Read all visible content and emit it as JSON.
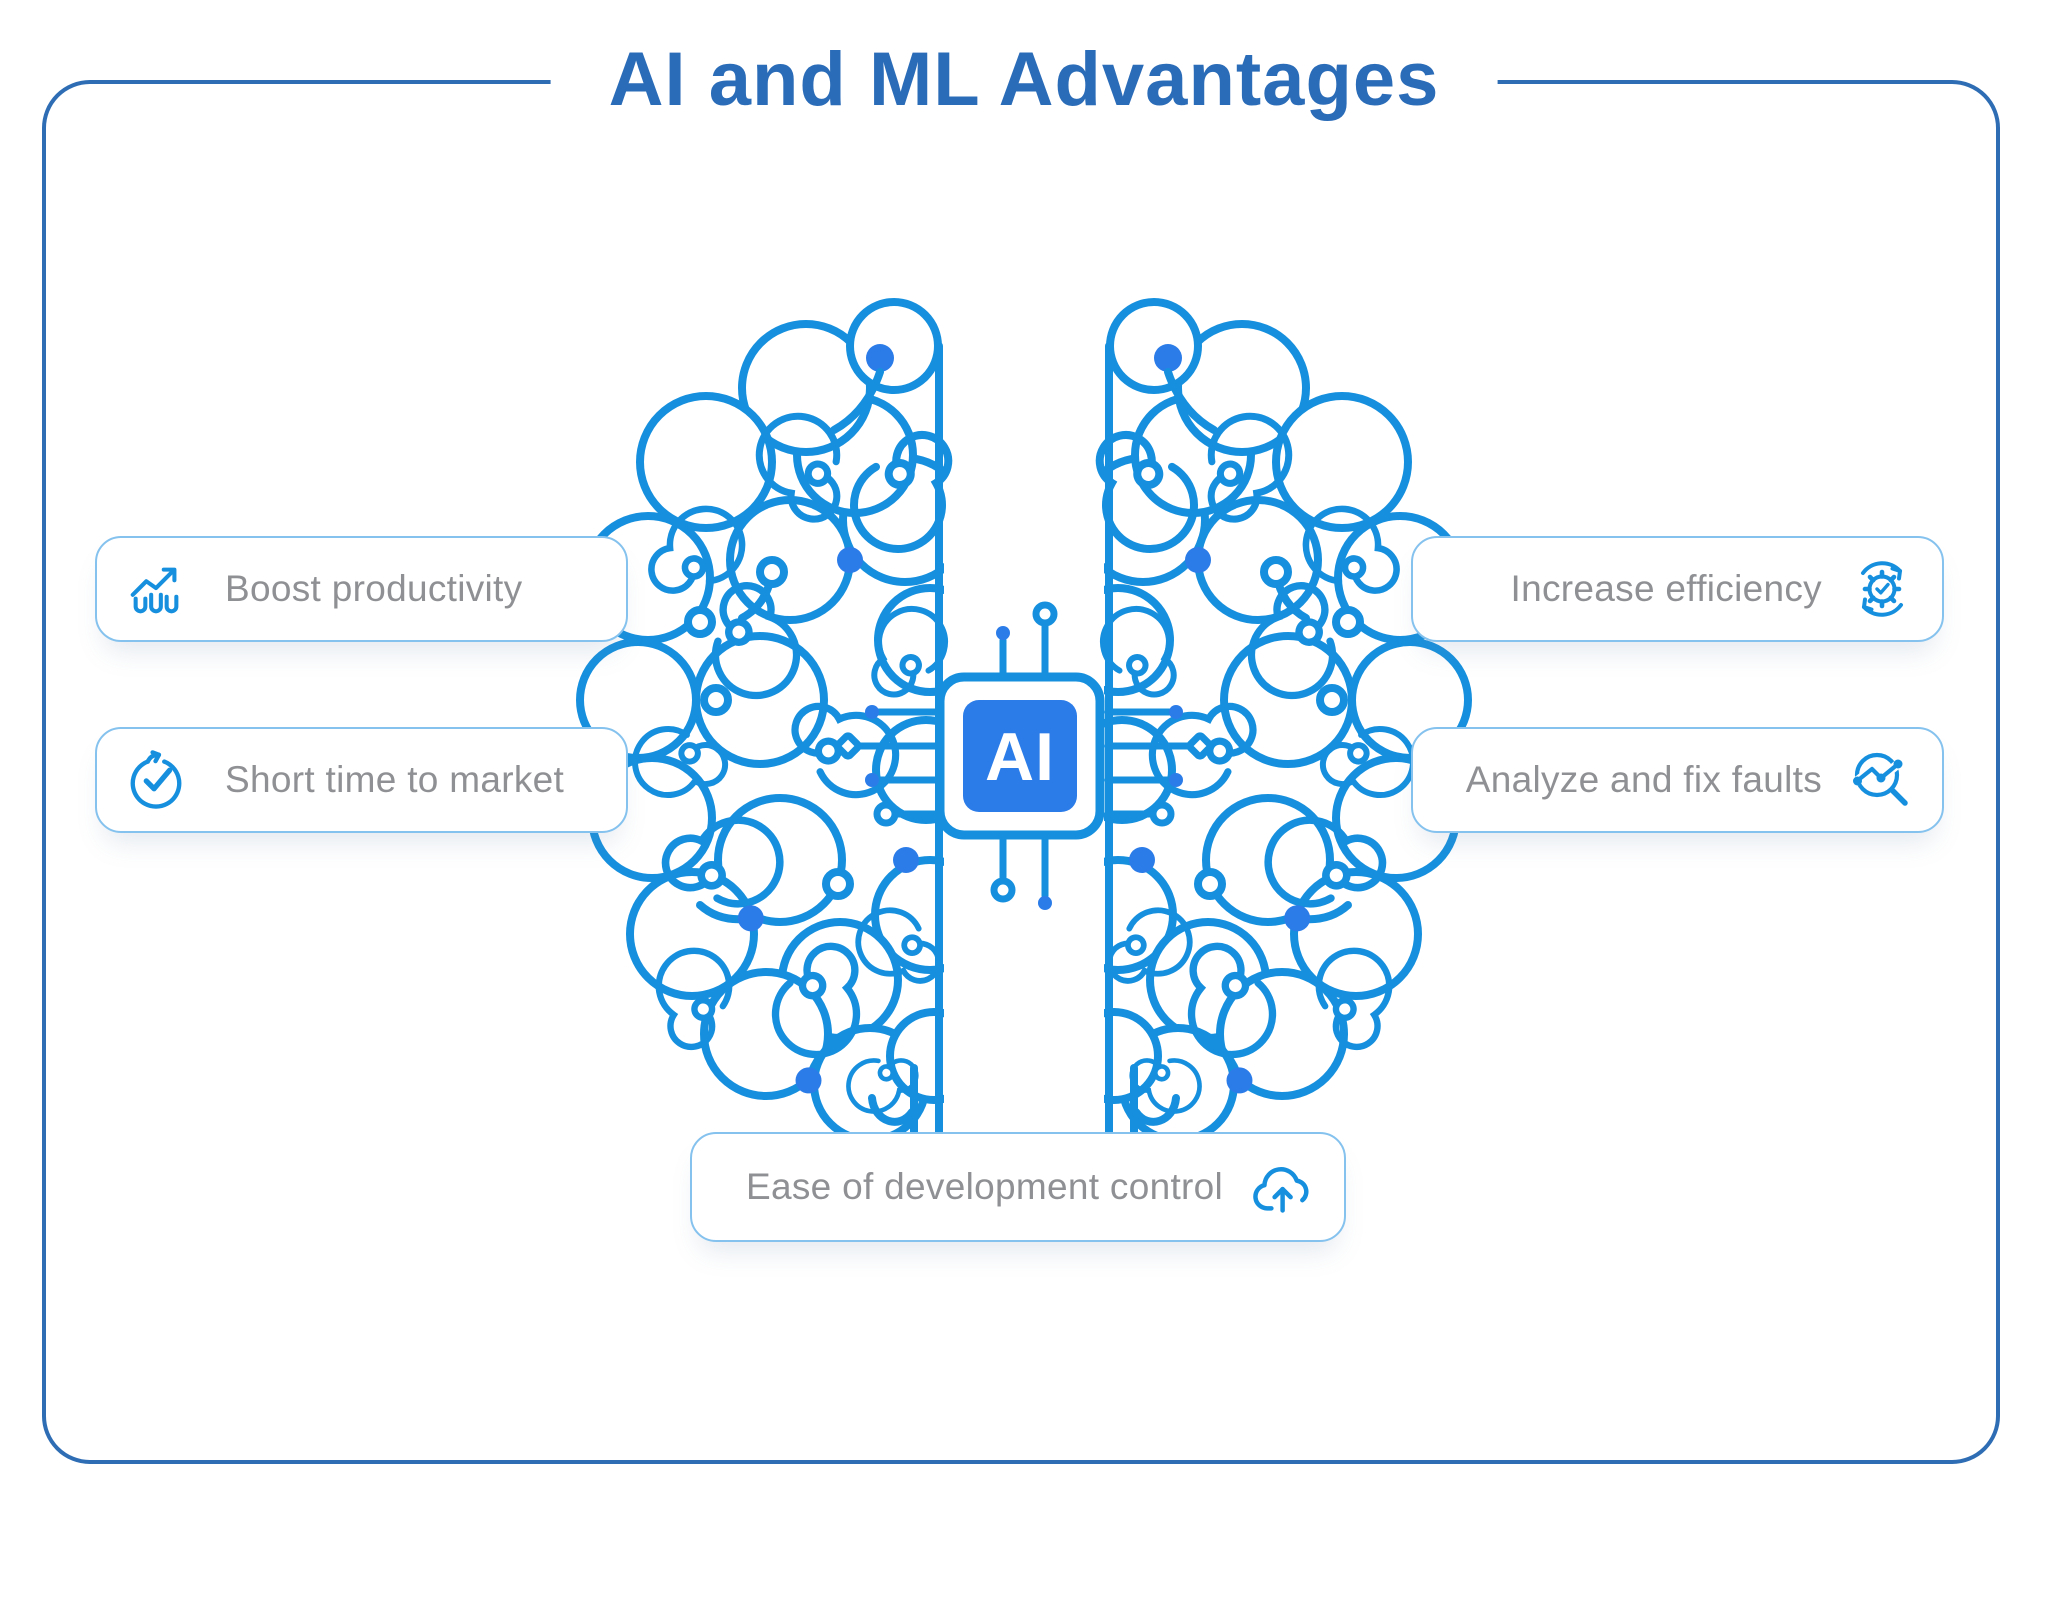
{
  "title": "AI and ML Advantages",
  "chip": {
    "label": "AI"
  },
  "advantages": [
    {
      "label": "Boost productivity",
      "icon": "bar-chart-growth-icon",
      "position": "left-top"
    },
    {
      "label": "Short time to market",
      "icon": "stopwatch-check-icon",
      "position": "left-bottom"
    },
    {
      "label": "Increase efficiency",
      "icon": "gear-sync-icon",
      "position": "right-top"
    },
    {
      "label": "Analyze and fix faults",
      "icon": "magnifier-chart-icon",
      "position": "right-bottom"
    },
    {
      "label": "Ease of development control",
      "icon": "cloud-upload-icon",
      "position": "bottom-center"
    }
  ],
  "colors": {
    "accent_azure": "#1690DE",
    "dot_blue": "#2B7CE9",
    "chip_fill": "#2B7CE9",
    "title_blue": "#2B6CB8",
    "frame_blue": "#2E6DB4",
    "card_border": "#85C2EE",
    "label_gray": "#8E9093"
  }
}
